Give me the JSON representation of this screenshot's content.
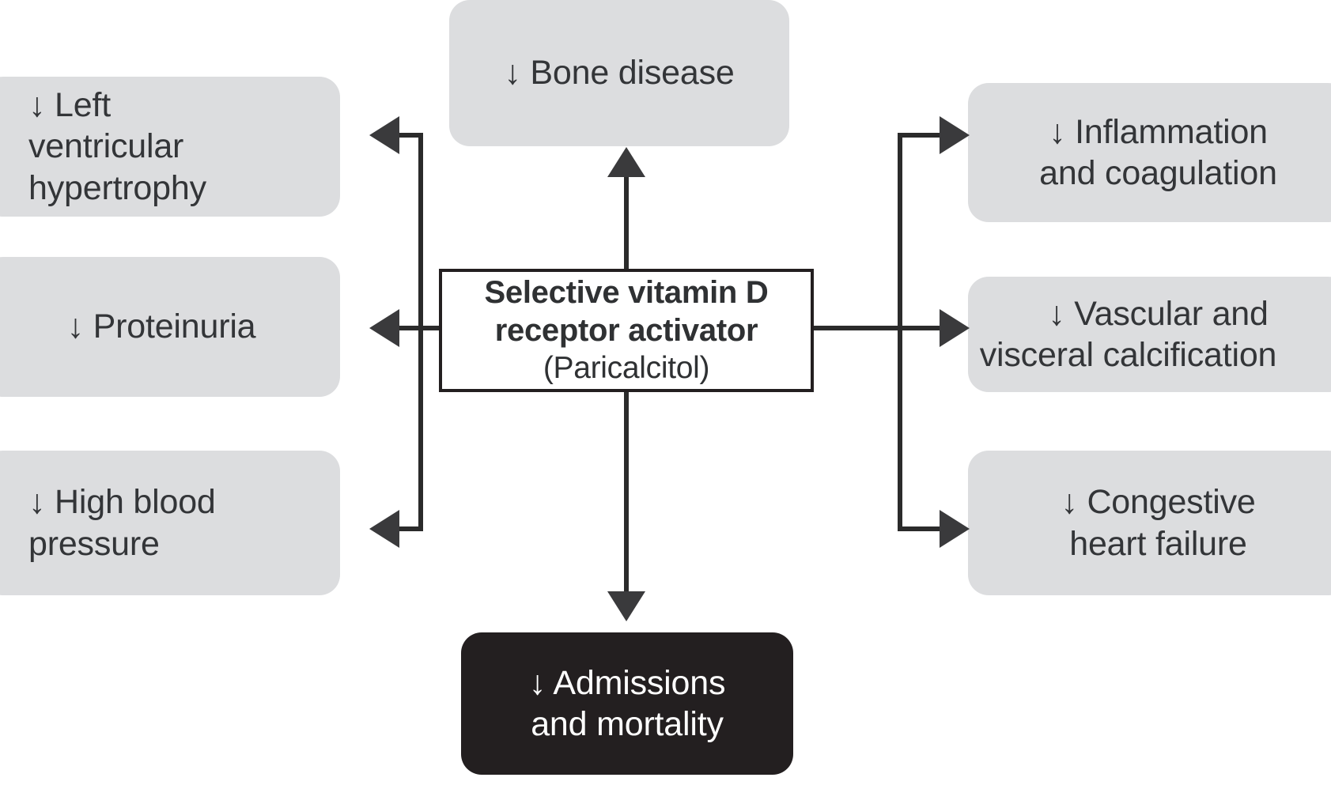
{
  "diagram": {
    "title_center": {
      "line1": "Selective vitamin D",
      "line2": "receptor activator",
      "line3": "(Paricalcitol)"
    },
    "top_node": {
      "line1": "↓ Bone disease"
    },
    "bottom_node": {
      "line1": "↓ Admissions",
      "line2": "and mortality"
    },
    "left_nodes": [
      {
        "id": "left-ventricular-hypertrophy",
        "line1": "↓ Left",
        "line2": "ventricular",
        "line3": "hypertrophy"
      },
      {
        "id": "proteinuria",
        "line1": "↓ Proteinuria"
      },
      {
        "id": "high-blood-pressure",
        "line1": "↓ High blood",
        "line2": "pressure"
      }
    ],
    "right_nodes": [
      {
        "id": "inflammation-and-coagulation",
        "line1": "↓ Inflammation",
        "line2": "and coagulation"
      },
      {
        "id": "vascular-and-visceral-calcification",
        "line1": "↓  Vascular and",
        "line2": "visceral calcification"
      },
      {
        "id": "congestive-heart-failure",
        "line1": "↓ Congestive",
        "line2": "heart failure"
      }
    ],
    "colors": {
      "node_fill": "#dcdddf",
      "node_text": "#333538",
      "dark_node_fill": "#231f20",
      "dark_node_text": "#ffffff",
      "connector": "#2b2b2b",
      "center_border": "#231f20",
      "background": "#ffffff"
    },
    "icons": {
      "decrease_arrow": "↓"
    }
  }
}
